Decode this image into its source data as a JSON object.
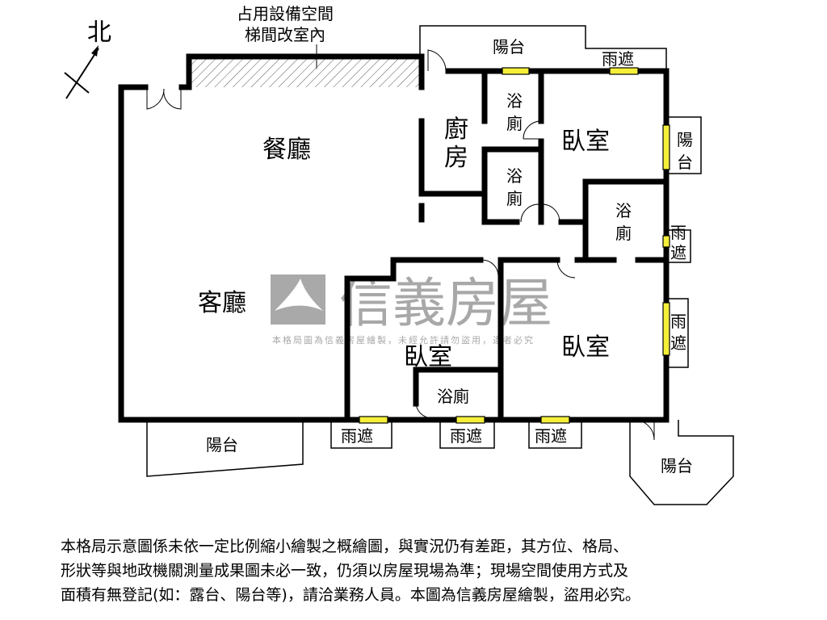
{
  "compass": {
    "label": "北"
  },
  "annotation": {
    "line1": "占用設備空間",
    "line2": "梯間改室內"
  },
  "rooms": {
    "dining": "餐廳",
    "living": "客廳",
    "kitchen_1": "廚",
    "kitchen_2": "房",
    "bath1_1": "浴",
    "bath1_2": "廁",
    "bath2_1": "浴",
    "bath2_2": "廁",
    "bath3_1": "浴",
    "bath3_2": "廁",
    "bath4": "浴廁",
    "bedroom1": "臥室",
    "bedroom2": "臥室",
    "bedroom3": "臥室"
  },
  "balconies": {
    "top": "陽台",
    "right_1": "陽",
    "right_2": "台",
    "bottom_left": "陽台",
    "bottom_right": "陽台"
  },
  "canopies": {
    "top": "雨遮",
    "right1_1": "雨",
    "right1_2": "遮",
    "right2_1": "雨",
    "right2_2": "遮",
    "bottom1": "雨遮",
    "bottom2": "雨遮",
    "bottom3": "雨遮"
  },
  "watermark": {
    "brand": "信義房屋",
    "notice": "本格局圖為信義房屋繪製，未經允許請勿盜用，違者必究"
  },
  "colors": {
    "window": "#f5ef3a",
    "watermark": "#9a9a9a"
  },
  "disclaimer": {
    "line1": "本格局示意圖係未依一定比例縮小繪製之概繪圖，與實況仍有差距，其方位、格局、",
    "line2": "形狀等與地政機關測量成果圖未必一致，仍須以房屋現場為準；現場空間使用方式及",
    "line3": "面積有無登記(如：露台、陽台等)，請洽業務人員。本圖為信義房屋繪製，盜用必究。"
  }
}
